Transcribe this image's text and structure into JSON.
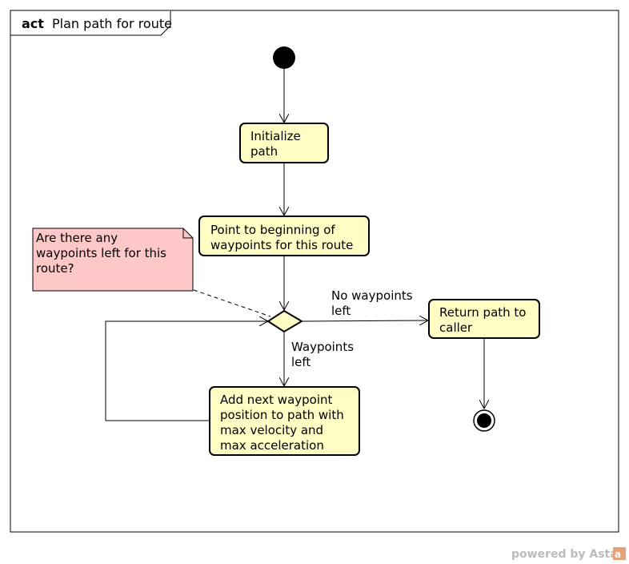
{
  "frame": {
    "keyword": "act",
    "name": "Plan path for route"
  },
  "nodes": {
    "initialize": [
      "Initialize",
      "path"
    ],
    "point_begin": [
      "Point to beginning of",
      "waypoints for this route"
    ],
    "add_waypoint": [
      "Add next waypoint",
      "position to path with",
      "max velocity and",
      "max acceleration"
    ],
    "return_path": [
      "Return path to",
      "caller"
    ]
  },
  "guards": {
    "no_waypoints": [
      "No waypoints",
      "left"
    ],
    "waypoints": [
      "Waypoints",
      "left"
    ]
  },
  "note": [
    "Are there any",
    "waypoints left for this",
    "route?"
  ],
  "watermark": {
    "prefix": "powered by ",
    "brand": "Astah",
    "logo_text": "a"
  },
  "colors": {
    "action_fill": "#fffdc4",
    "note_fill": "#ffc8c8",
    "line": "#000000",
    "watermark": "#bbbbbb",
    "logo": "#e8a27a"
  }
}
